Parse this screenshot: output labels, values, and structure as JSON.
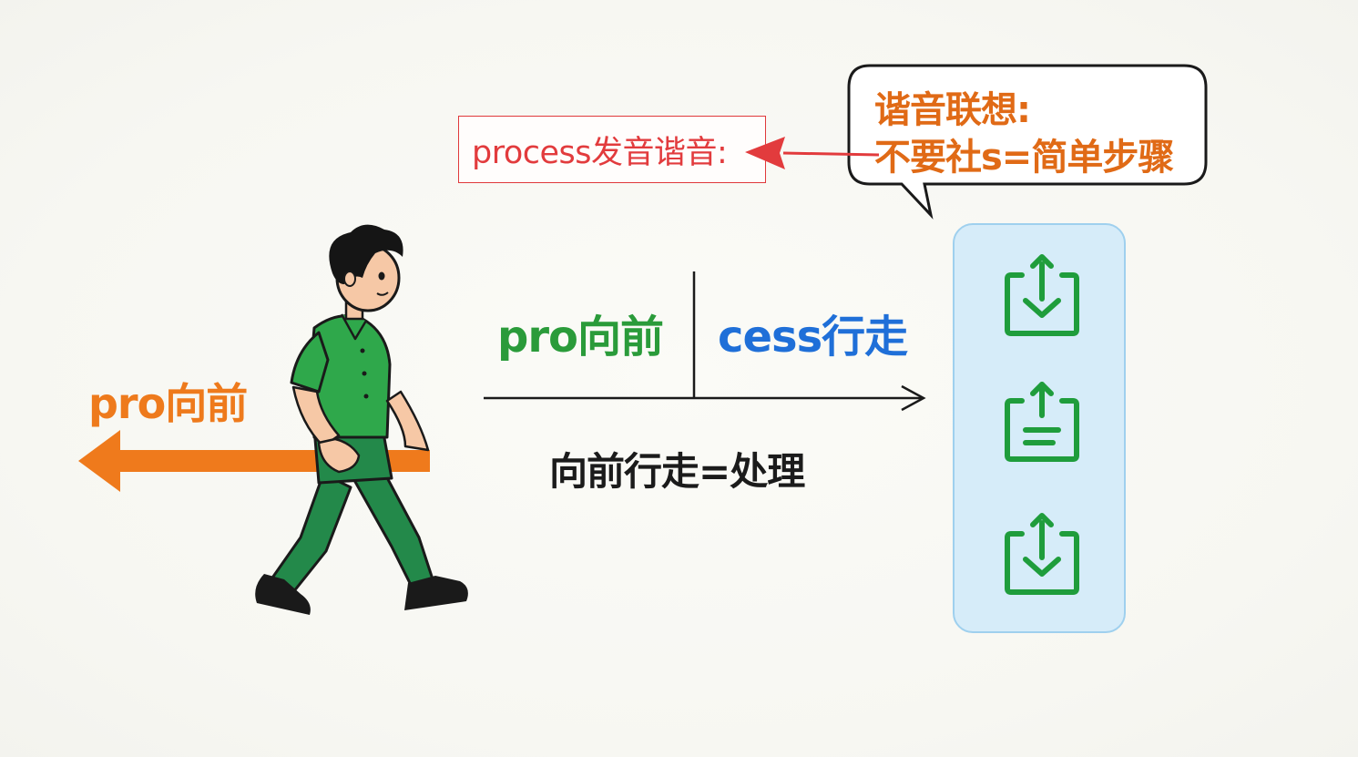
{
  "pronunciation_label": "process发音谐音:",
  "speech_bubble": {
    "line1": "谐音联想:",
    "line2": "不要社s=简单步骤"
  },
  "arrow_label": "pro向前",
  "morphemes": {
    "prefix": "pro向前",
    "root": "cess行走"
  },
  "meaning": "向前行走=处理",
  "colors": {
    "pronunciation": "#e23b3d",
    "bubble_text": "#e06a16",
    "arrow_orange": "#ef7a1c",
    "prefix_green": "#2a9b3a",
    "root_blue": "#1f6fd8",
    "panel_bg": "#d6ecf9",
    "icon_green": "#1f9d3c",
    "shirt_green": "#2fa84b",
    "pants_green": "#23894a"
  },
  "icons": [
    "tray-download-icon",
    "tray-upload-document-icon",
    "tray-download-icon"
  ]
}
